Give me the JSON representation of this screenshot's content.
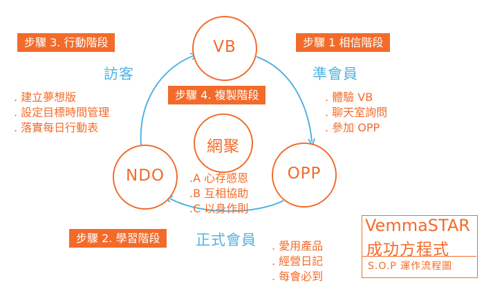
{
  "colors": {
    "accent": "#f26b2a",
    "flow": "#4fb3e0",
    "step_text": "#ffffff"
  },
  "nodes": {
    "vb": "VB",
    "ndo": "NDO",
    "opp": "OPP",
    "center": "網聚"
  },
  "steps": {
    "step1": "步驟 1 相信階段",
    "step2": "步驟 2. 學習階段",
    "step3": "步驟 3. 行動階段",
    "step4": "步驟 4. 複製階段"
  },
  "roles": {
    "visitor": "訪客",
    "prospect": "準會員",
    "member": "正式會員"
  },
  "lists": {
    "action": [
      ". 建立夢想版",
      ". 設定目標時間管理",
      ". 落實每日行動表"
    ],
    "belief": [
      ". 體驗 VB",
      ". 聊天室詢問",
      ". 參加 OPP"
    ],
    "learning": [
      ". 愛用產品",
      ". 經營日記",
      ". 每會必到"
    ],
    "center": [
      ".A 心存感恩",
      ".B 互相協助",
      ".C 以身作則"
    ]
  },
  "brand": {
    "name": "VemmaSTAR",
    "subtitle": "成功方程式",
    "sop": "S.O.P 運作流程圖"
  }
}
